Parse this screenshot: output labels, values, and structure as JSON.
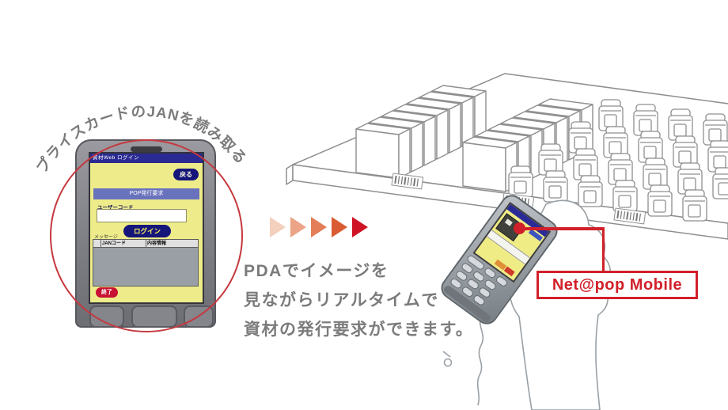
{
  "figure": {
    "inset": {
      "curved_caption": "プライスカードのJANを読み取る",
      "pda_screen": {
        "titlebar": "資材Web ログイン",
        "back_button": "戻る",
        "section_title": "POP発行要求",
        "user_code_label": "ユーザーコード",
        "user_code_value": "",
        "login_button": "ログイン",
        "list_label": "メッセージ",
        "table_headers": [
          "",
          "JANコード",
          "内容情報"
        ],
        "exit_button": "終了"
      }
    },
    "description_lines": [
      "PDAでイメージを",
      "見ながらリアルタイムで",
      "資材の発行要求ができます。"
    ],
    "callout_label": "Net@pop Mobile",
    "arrow_colors": [
      "#f3cfbd",
      "#eca486",
      "#e37e58",
      "#da5c33",
      "#cf1425"
    ],
    "palette": {
      "callout_red": "#d1202a",
      "screen_yellow": "#eeeb8a",
      "navy_button": "#15157a",
      "text_gray": "#7b7b7b",
      "circle_red": "#c5383e"
    }
  }
}
